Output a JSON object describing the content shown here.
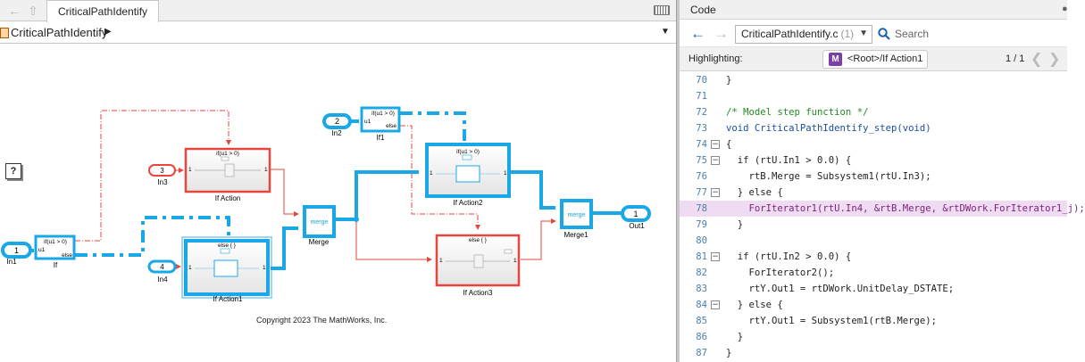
{
  "model_editor": {
    "tab_label": "CriticalPathIdentify",
    "breadcrumb": "CriticalPathIdentify",
    "help_label": "?",
    "copyright": "Copyright 2023 The MathWorks, Inc.",
    "blocks": {
      "in1": {
        "port": "1",
        "label": "In1"
      },
      "in2": {
        "port": "2",
        "label": "In2"
      },
      "in3": {
        "port": "3",
        "label": "In3"
      },
      "in4": {
        "port": "4",
        "label": "In4"
      },
      "out1": {
        "port": "1",
        "label": "Out1"
      },
      "if_block": {
        "cond": "if(u1 > 0)",
        "input": "u1",
        "else": "else",
        "label": "If"
      },
      "if1_block": {
        "cond": "if(u1 > 0)",
        "input": "u1",
        "else": "else",
        "label": "If1"
      },
      "if_action": {
        "header": "if(u1 > 0)",
        "port_in": "1",
        "port_out": "1",
        "label": "If Action"
      },
      "if_action1": {
        "header": "else { }",
        "port_in": "1",
        "port_out": "1",
        "label": "If Action1"
      },
      "if_action2": {
        "header": "if(u1 > 0)",
        "port_in": "1",
        "port_out": "1",
        "label": "If Action2"
      },
      "if_action3": {
        "header": "else { }",
        "port_in": "1",
        "port_out": "1",
        "label": "If Action3"
      },
      "merge": {
        "text": "merge",
        "label": "Merge"
      },
      "merge1": {
        "text": "merge",
        "label": "Merge1"
      }
    }
  },
  "code_view": {
    "title": "Code",
    "file_name": "CriticalPathIdentify.c",
    "file_count": "(1)",
    "search_placeholder": "Search",
    "highlighting_label": "Highlighting:",
    "highlight_badge": "M",
    "highlight_path": "<Root>/If Action1",
    "highlight_count": "1 / 1",
    "lines": [
      {
        "num": "70",
        "fold": "",
        "text": "}",
        "type": "code",
        "hl": false
      },
      {
        "num": "71",
        "fold": "",
        "text": "",
        "type": "code",
        "hl": false
      },
      {
        "num": "72",
        "fold": "",
        "text": "/* Model step function */",
        "type": "comment",
        "hl": false
      },
      {
        "num": "73",
        "fold": "",
        "text": "void CriticalPathIdentify_step(void)",
        "type": "keyword",
        "hl": false
      },
      {
        "num": "74",
        "fold": "−",
        "text": "{",
        "type": "code",
        "hl": false
      },
      {
        "num": "75",
        "fold": "−",
        "text": "  if (rtU.In1 > 0.0) {",
        "type": "code",
        "hl": false
      },
      {
        "num": "76",
        "fold": "",
        "text": "    rtB.Merge = Subsystem1(rtU.In3);",
        "type": "code",
        "hl": false
      },
      {
        "num": "77",
        "fold": "−",
        "text": "  } else {",
        "type": "code",
        "hl": false
      },
      {
        "num": "78",
        "fold": "",
        "text": "    ForIterator1(rtU.In4, &rtB.Merge, &rtDWork.ForIterator1_j);",
        "type": "code",
        "hl": true
      },
      {
        "num": "79",
        "fold": "",
        "text": "  }",
        "type": "code",
        "hl": false
      },
      {
        "num": "80",
        "fold": "",
        "text": "",
        "type": "code",
        "hl": false
      },
      {
        "num": "81",
        "fold": "−",
        "text": "  if (rtU.In2 > 0.0) {",
        "type": "code",
        "hl": false
      },
      {
        "num": "82",
        "fold": "",
        "text": "    ForIterator2();",
        "type": "code",
        "hl": false
      },
      {
        "num": "83",
        "fold": "",
        "text": "    rtY.Out1 = rtDWork.UnitDelay_DSTATE;",
        "type": "code",
        "hl": false
      },
      {
        "num": "84",
        "fold": "−",
        "text": "  } else {",
        "type": "code",
        "hl": false
      },
      {
        "num": "85",
        "fold": "",
        "text": "    rtY.Out1 = Subsystem1(rtB.Merge);",
        "type": "code",
        "hl": false
      },
      {
        "num": "86",
        "fold": "",
        "text": "  }",
        "type": "code",
        "hl": false
      },
      {
        "num": "87",
        "fold": "",
        "text": "}",
        "type": "code",
        "hl": false
      }
    ]
  },
  "colors": {
    "critical_path": "#1aa7e8",
    "model_highlight": "#e8453c",
    "signal_line": "#e8453c",
    "code_highlight": "#f0dcf2"
  }
}
